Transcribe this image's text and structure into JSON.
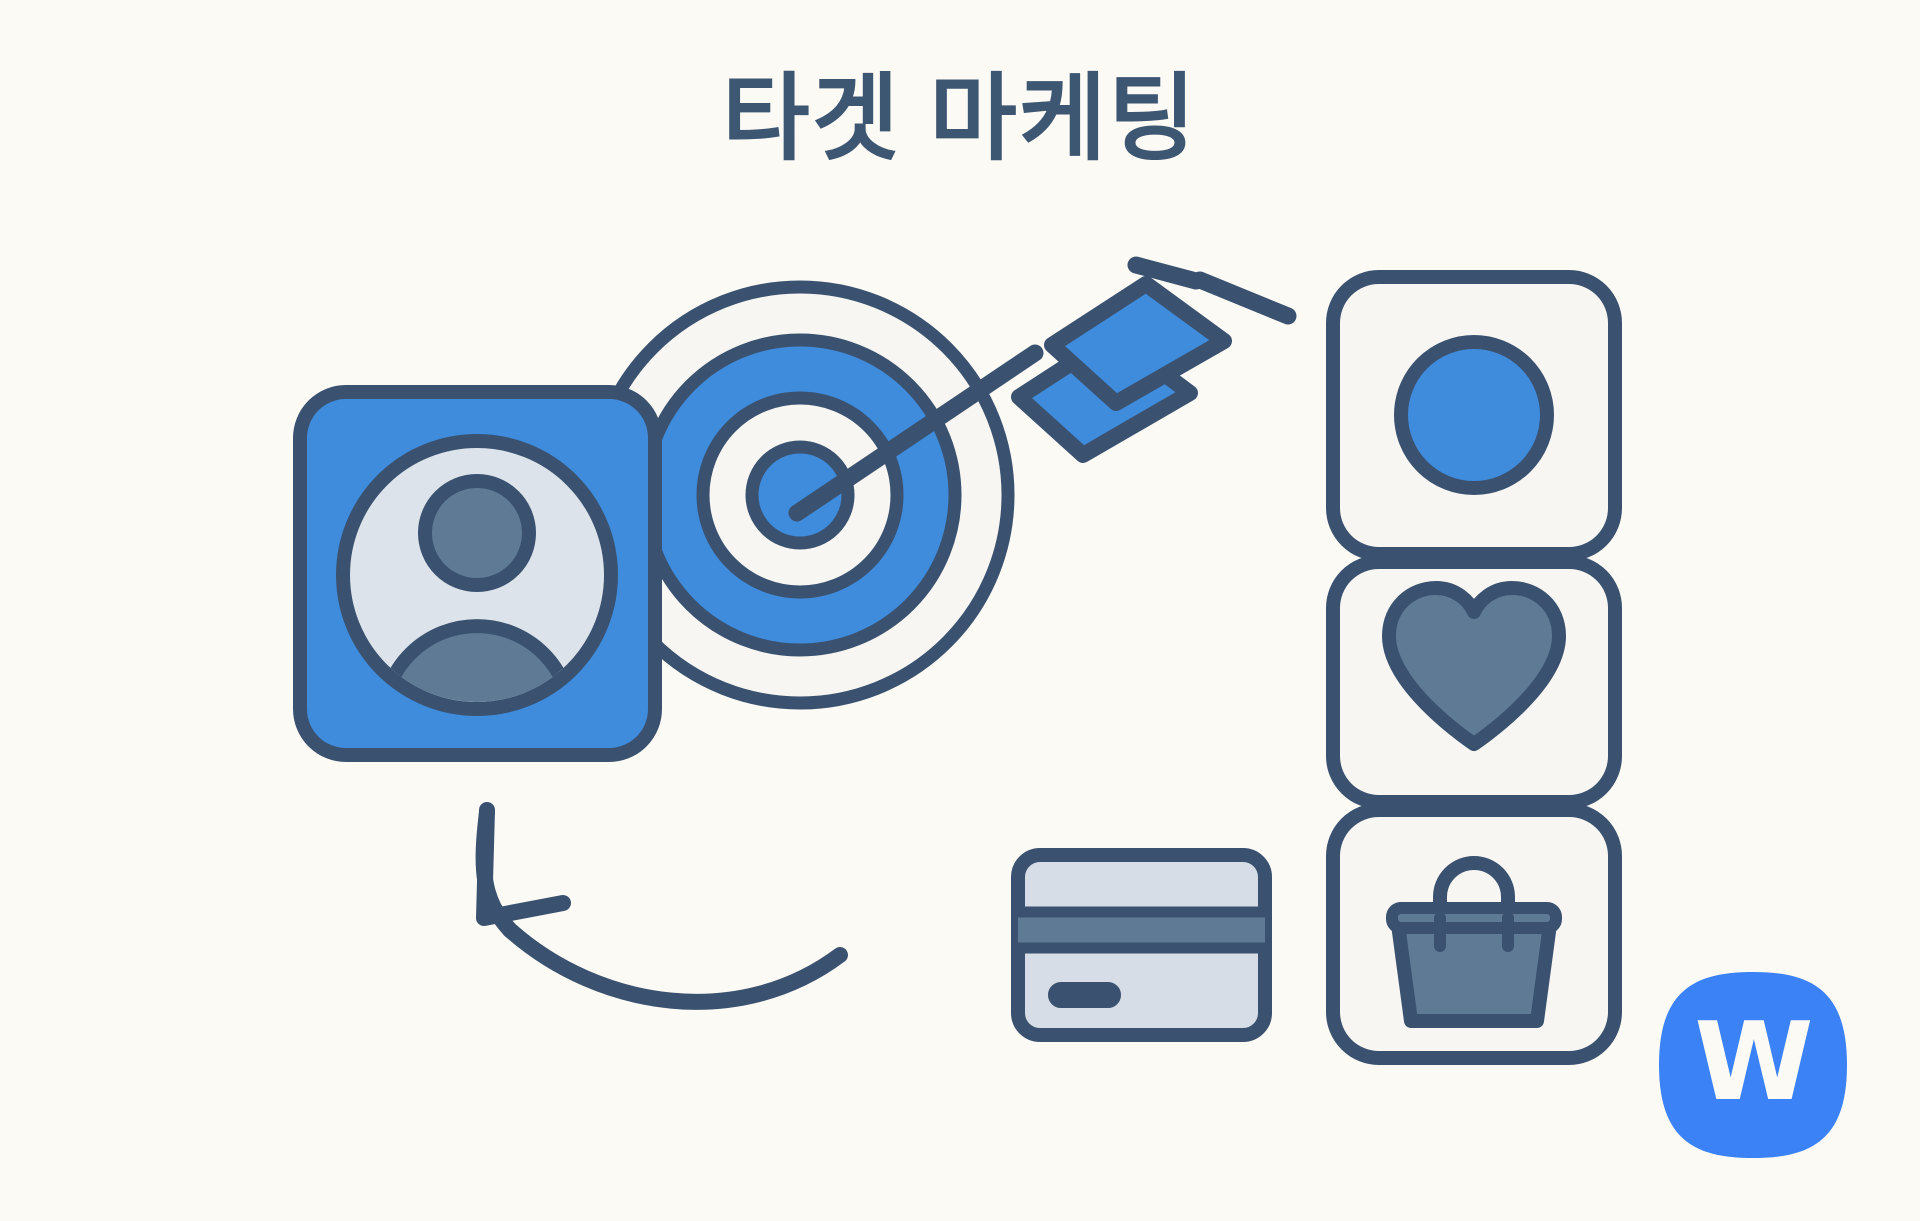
{
  "page": {
    "background_color": "#FBFAF5",
    "title": "타겟 마케팅",
    "title_color": "#3D5672"
  },
  "palette": {
    "stroke": "#3A5270",
    "blue": "#3F8BDC",
    "blue_light": "#4A90E2",
    "slate": "#5E7A94",
    "card_face": "#F7F6F2",
    "card_light_gray": "#D6DDE6",
    "credit_stripe": "#5E7A94",
    "logo_blue": "#3B82F6",
    "white": "#FBFAF5"
  },
  "illustration": {
    "audience_card": {
      "label": "audience-avatar-card",
      "fill": "#3F8BDC",
      "avatar_ring_fill": "#DCE3EA",
      "avatar_person_fill": "#5E7A94"
    },
    "target": {
      "label": "bullseye-target",
      "rings": [
        {
          "name": "outer-ring",
          "fill": "#F7F6F2"
        },
        {
          "name": "second-ring",
          "fill": "#3F8BDC"
        },
        {
          "name": "third-ring",
          "fill": "#F7F6F2"
        },
        {
          "name": "bullseye-center",
          "fill": "#3F8BDC"
        }
      ]
    },
    "arrow": {
      "label": "arrow-with-fletching",
      "shaft_color": "#3A5270",
      "fletching_fill": "#3F8BDC"
    },
    "credit_card": {
      "label": "credit-card",
      "body_fill": "#D6DDE6",
      "stripe_fill": "#5E7A94",
      "chip_fill": "#3A5270"
    },
    "side_cards": [
      {
        "name": "profile-dot-card",
        "icon": "circle-icon",
        "icon_fill": "#3F8BDC"
      },
      {
        "name": "interests-card",
        "icon": "heart-icon",
        "icon_fill": "#5E7A94"
      },
      {
        "name": "purchases-card",
        "icon": "shopping-bag-icon",
        "icon_fill": "#5E7A94"
      }
    ],
    "curved_arrow": {
      "label": "curved-arrow-pointing-to-audience",
      "color": "#3A5270"
    }
  },
  "watermark": {
    "letter": "W",
    "background": "#3B82F6",
    "text_color": "#FBFAF5"
  }
}
